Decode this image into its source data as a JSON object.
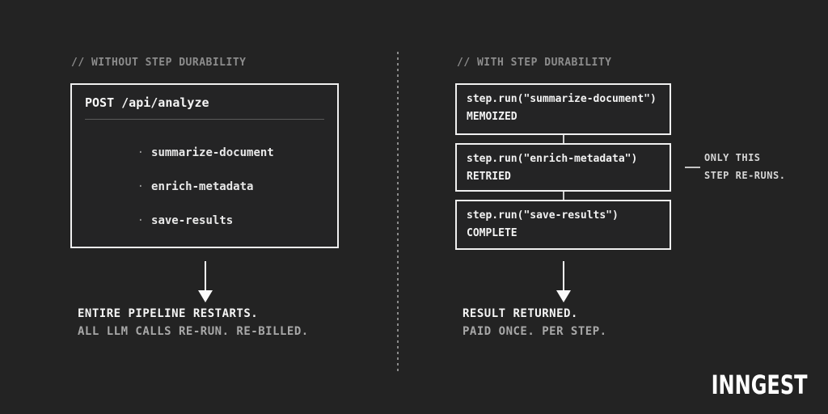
{
  "colors": {
    "background": "#232323",
    "box_border": "#f0f0f0",
    "primary_text": "#f5f5f5",
    "muted_text": "#8c8c8c",
    "secondary_text": "#a8a8a8"
  },
  "left": {
    "header": "// WITHOUT STEP DURABILITY",
    "box": {
      "title": "POST /api/analyze",
      "bullet_char": "·",
      "items": [
        "summarize-document",
        "enrich-metadata",
        "save-results"
      ]
    },
    "result_line1": "ENTIRE PIPELINE RESTARTS.",
    "result_line2": "ALL LLM CALLS RE-RUN. RE-BILLED."
  },
  "right": {
    "header": "// WITH STEP DURABILITY",
    "steps": [
      {
        "code": "step.run(\"summarize-document\")",
        "status": "MEMOIZED"
      },
      {
        "code": "step.run(\"enrich-metadata\")",
        "status": "RETRIED"
      },
      {
        "code": "step.run(\"save-results\")",
        "status": "COMPLETE"
      }
    ],
    "annotation_line1": "ONLY THIS",
    "annotation_line2": "STEP RE-RUNS.",
    "result_line1": "RESULT RETURNED.",
    "result_line2": "PAID ONCE. PER STEP."
  },
  "footer": {
    "logo": "INNGEST"
  }
}
